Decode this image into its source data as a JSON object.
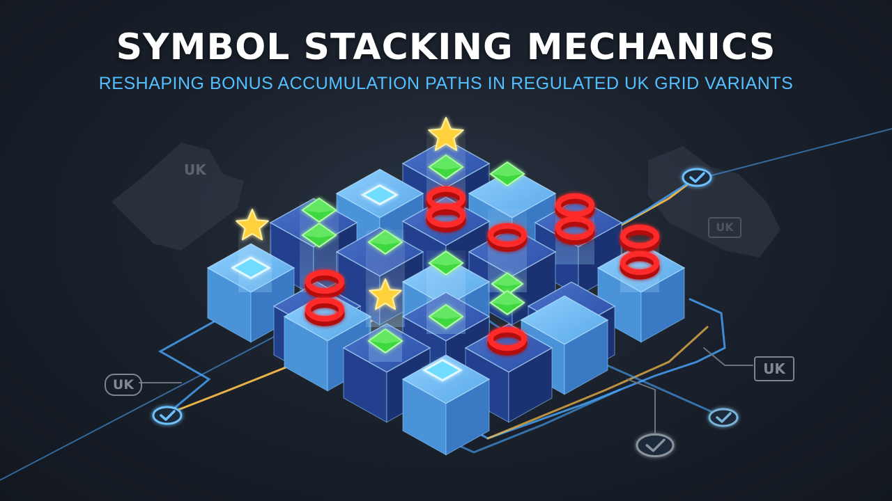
{
  "header": {
    "title": "SYMBOL STACKING MECHANICS",
    "subtitle": "RESHAPING BONUS ACCUMULATION PATHS IN REGULATED UK GRID VARIANTS"
  },
  "labels": {
    "uk_map": "UK",
    "uk_badge_left": "UK",
    "uk_badge_right": "UK",
    "uk_badge_map_right": "UK"
  },
  "colors": {
    "background": "#151b26",
    "title": "#ffffff",
    "subtitle": "#53bfff",
    "cube_light": "#5aa8e8",
    "cube_dark": "#26459a",
    "gem_green": "#3fd83f",
    "ring_red": "#ff2a2a",
    "star_gold": "#ffd23a",
    "path_gold": "#ffc24a",
    "path_blue": "#4aa8ff"
  },
  "icons": [
    "star-icon",
    "green-diamond-icon",
    "red-ring-icon",
    "check-icon",
    "cube-icon"
  ]
}
